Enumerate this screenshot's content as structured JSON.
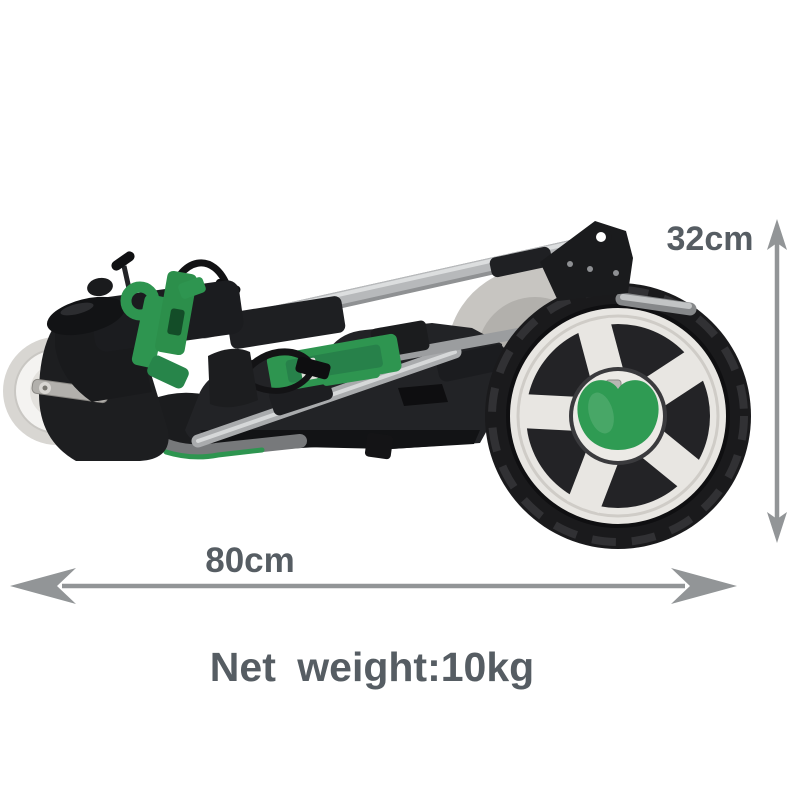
{
  "page": {
    "background_color": "#ffffff",
    "description": "Product dimension image: folded golf push trolley with measurement arrows"
  },
  "product_image": {
    "subject": "folded three-wheel golf push trolley",
    "colors": {
      "frame_silver": "#b4b6b8",
      "plastic_black": "#1b1c1e",
      "accent_green": "#2e9550",
      "hub_green": "#2f9b53",
      "rim_white": "#e8e6e2",
      "tire_black": "#1a1a1c",
      "front_tire_white": "#d8d6d2"
    }
  },
  "annotations": {
    "text_color": "#565d63",
    "arrow_color": "#929597",
    "height": {
      "label": "32cm",
      "value": 32,
      "unit": "cm"
    },
    "length": {
      "label": "80cm",
      "value": 80,
      "unit": "cm"
    },
    "weight": {
      "label": "Net weight:10kg",
      "value": 10,
      "unit": "kg"
    }
  }
}
